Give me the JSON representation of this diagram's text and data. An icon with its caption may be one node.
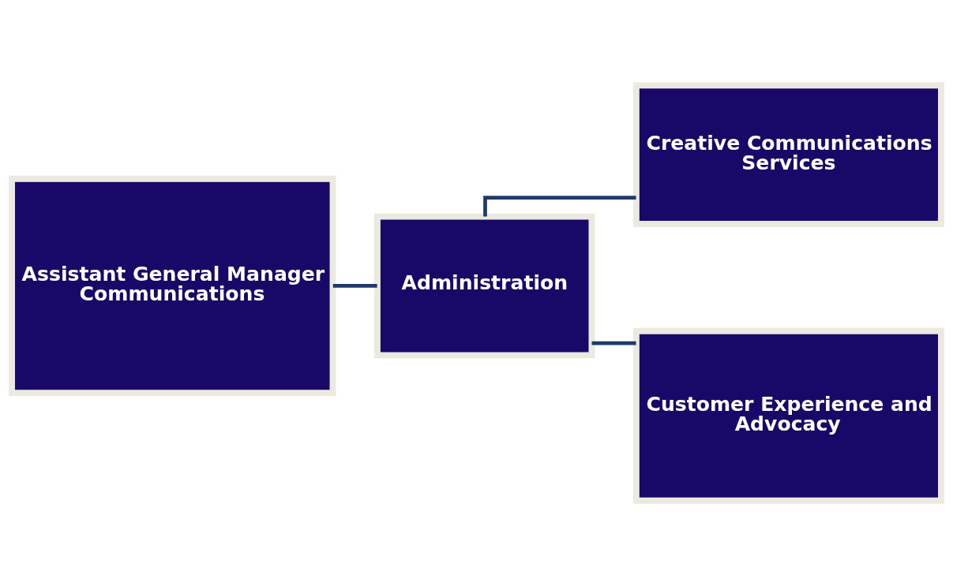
{
  "diagram": {
    "nodes": [
      {
        "text": [
          "Assistant General Manager Communications"
        ]
      },
      {
        "text": [
          "Administration"
        ]
      },
      {
        "text": [
          "Creative Communications Services"
        ]
      },
      {
        "text": [
          "Customer Experience and Advocacy"
        ]
      }
    ],
    "edges": [
      {
        "from": 0,
        "to": 1,
        "arrow": "none"
      },
      {
        "from": 1,
        "to": 2,
        "arrow": "none"
      },
      {
        "from": 1,
        "to": 3,
        "arrow": "none"
      }
    ]
  }
}
